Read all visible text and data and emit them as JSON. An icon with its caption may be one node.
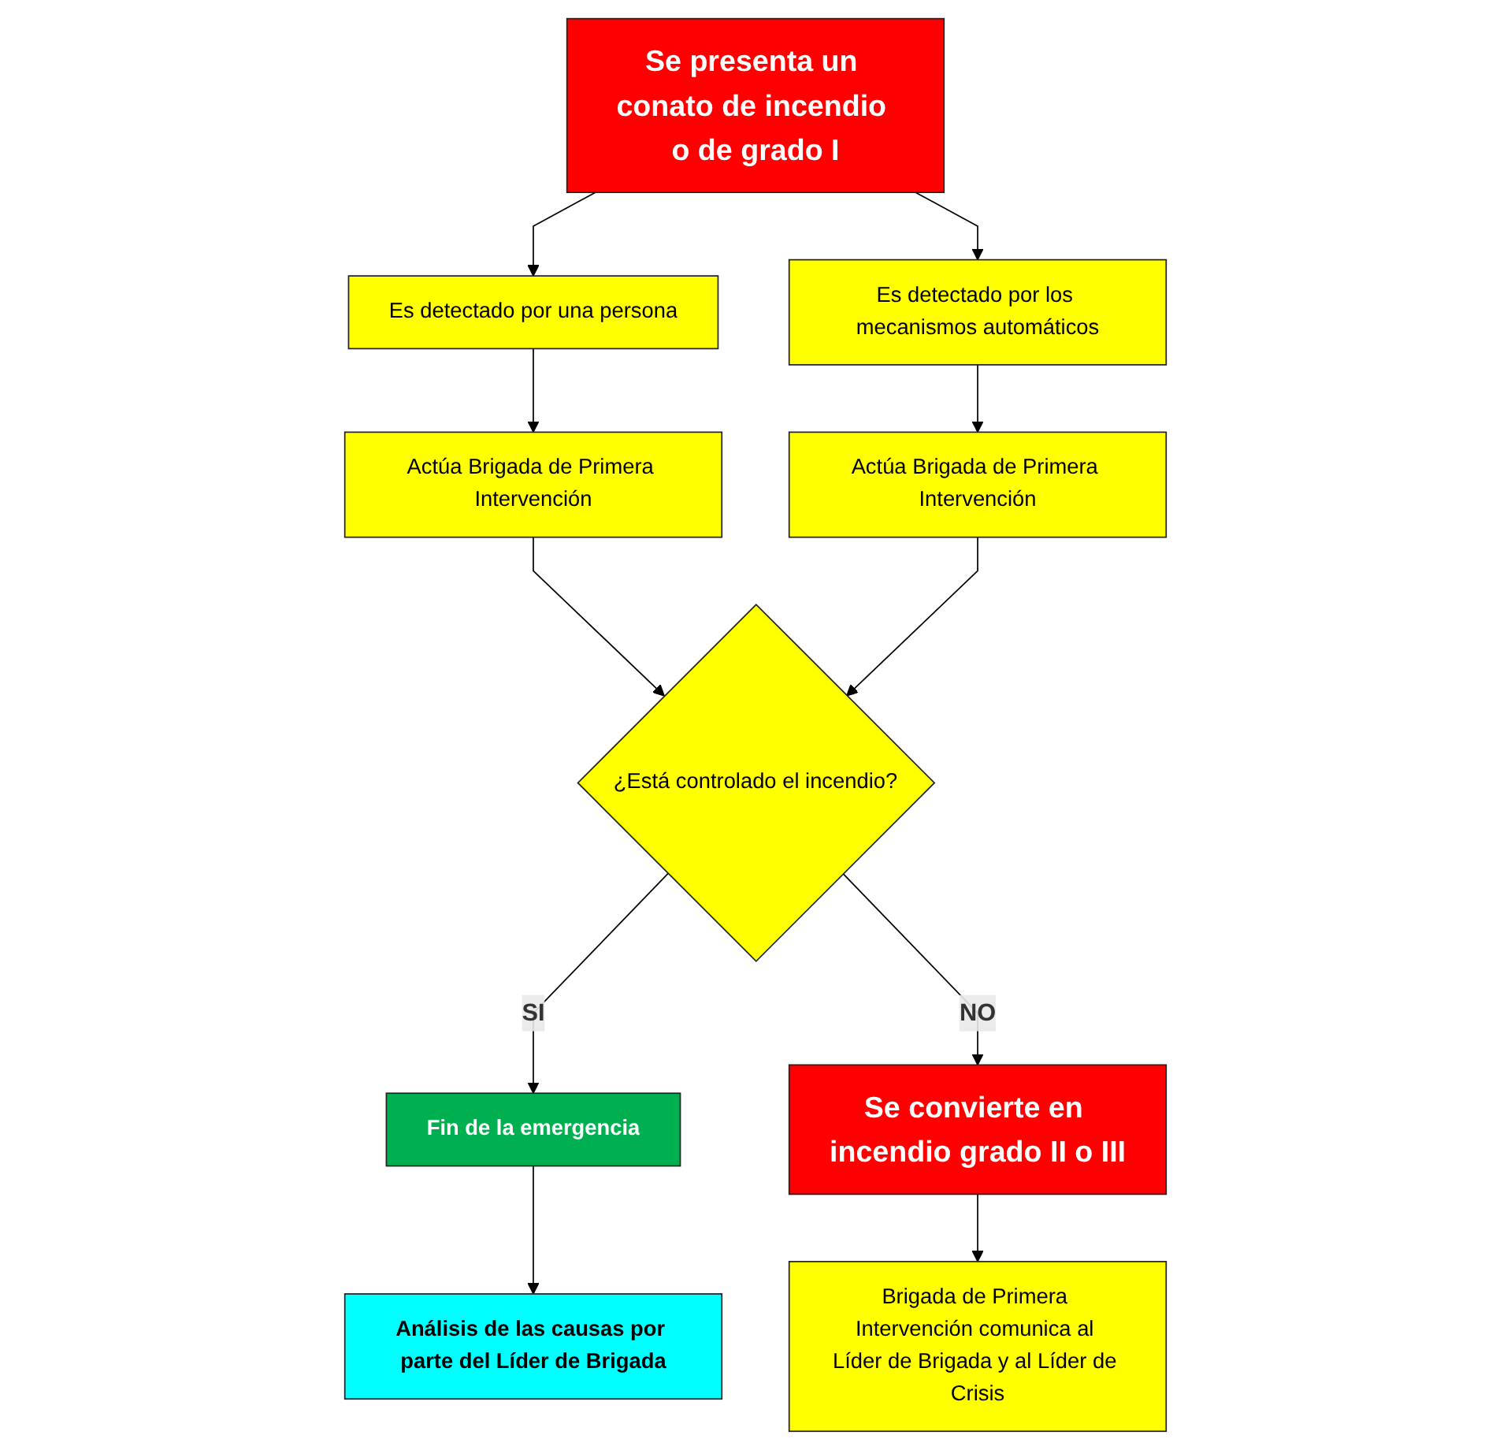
{
  "diagram": {
    "nodes": [
      {
        "text": [
          "Se presenta un conato de incendio o de grado I"
        ]
      },
      {
        "text": [
          "Es detectado por una persona"
        ]
      },
      {
        "text": [
          "Es detectado por los mecanismos automáticos"
        ]
      },
      {
        "text": [
          "Actúa Brigada de Primera Intervención"
        ]
      },
      {
        "text": [
          "Actúa Brigada de Primera Intervención"
        ]
      },
      {
        "text": [
          "¿Está controlado el incendio?"
        ]
      },
      {
        "text": [
          "Fin de la emergencia"
        ]
      },
      {
        "text": [
          "Análisis de las causas por parte del Líder de Brigada"
        ]
      },
      {
        "text": [
          "Se convierte en incendio grado II o III"
        ]
      },
      {
        "text": [
          "Brigada de Primera Intervención comunica al Líder de Brigada y al Líder de Crisis"
        ]
      }
    ],
    "edges": [
      {
        "from": 0,
        "to": 1,
        "arrow": "to"
      },
      {
        "from": 0,
        "to": 2,
        "arrow": "to"
      },
      {
        "from": 1,
        "to": 3,
        "arrow": "to"
      },
      {
        "from": 2,
        "to": 4,
        "arrow": "to"
      },
      {
        "from": 3,
        "to": 5,
        "arrow": "to"
      },
      {
        "from": 4,
        "to": 5,
        "arrow": "to"
      },
      {
        "from": 5,
        "to": 6,
        "label": "SI",
        "arrow": "to"
      },
      {
        "from": 6,
        "to": 7,
        "arrow": "to"
      },
      {
        "from": 5,
        "to": 8,
        "label": "NO",
        "arrow": "to"
      },
      {
        "from": 8,
        "to": 9,
        "arrow": "to"
      }
    ]
  }
}
